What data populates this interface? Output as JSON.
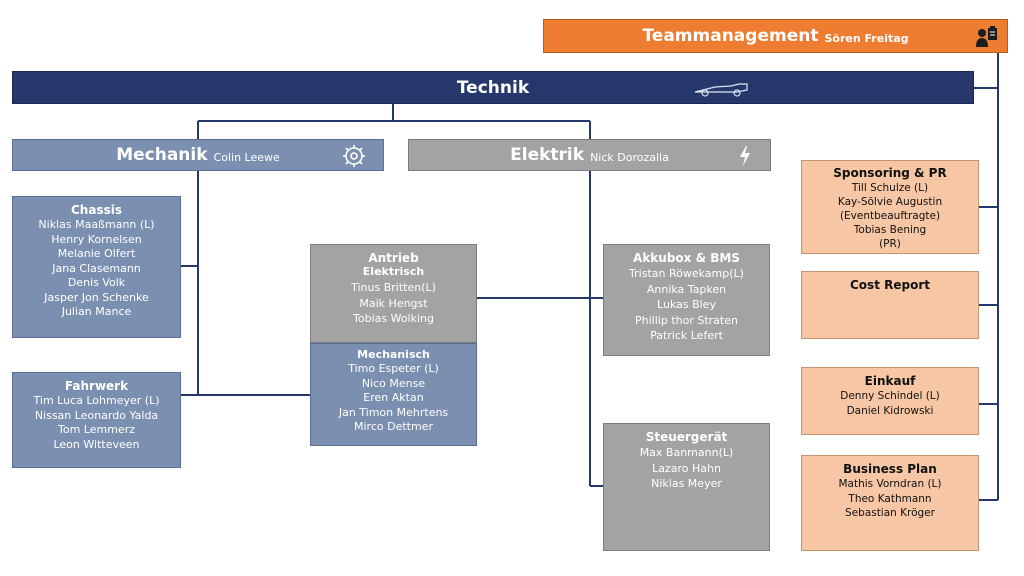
{
  "teamlead": {
    "title": "Teammanagement",
    "name": "Sören Freitag",
    "icon": "team-clipboard-icon"
  },
  "technik": {
    "title": "Technik",
    "icon": "race-car-icon"
  },
  "mechanik": {
    "title": "Mechanik",
    "name": "Colin Leewe",
    "icon": "gear-icon"
  },
  "elektrik": {
    "title": "Elektrik",
    "name": "Nick Dorozalla",
    "icon": "lightning-icon"
  },
  "chassis": {
    "title": "Chassis",
    "members": [
      "Niklas Maaßmann (L)",
      "Henry Kornelsen",
      "Melanie Olfert",
      "Jana Clasemann",
      "Denis Volk",
      "Jasper Jon Schenke",
      "Julian Mance"
    ]
  },
  "fahrwerk": {
    "title": "Fahrwerk",
    "members": [
      "Tim Luca Lohmeyer (L)",
      "Nissan Leonardo Yalda",
      "Tom Lemmerz",
      "Leon Witteveen"
    ]
  },
  "antrieb": {
    "title": "Antrieb",
    "elektrisch": {
      "title": "Elektrisch",
      "members": [
        "Tinus Britten(L)",
        "Maik Hengst",
        "Tobias Wolking"
      ]
    },
    "mechanisch": {
      "title": "Mechanisch",
      "members": [
        "Timo Espeter (L)",
        "Nico Mense",
        "Eren Aktan",
        "Jan Timon Mehrtens",
        "Mirco Dettmer"
      ]
    }
  },
  "akkubox": {
    "title": "Akkubox & BMS",
    "members": [
      "Tristan Röwekamp(L)",
      "Annika Tapken",
      "Lukas Bley",
      "Phillip thor Straten",
      "Patrick Lefert"
    ]
  },
  "steuergeraet": {
    "title": "Steuergerät",
    "members": [
      "Max Banmann(L)",
      "Lazaro Hahn",
      "Niklas Meyer"
    ]
  },
  "sponsoring": {
    "title": "Sponsoring & PR",
    "members": [
      "Till Schulze (L)",
      "Kay-Sölvie Augustin",
      "(Eventbeauftragte)",
      "Tobias Bening",
      "(PR)"
    ]
  },
  "cost_report": {
    "title": "Cost Report",
    "members": []
  },
  "einkauf": {
    "title": "Einkauf",
    "members": [
      "Denny Schindel (L)",
      "Daniel Kidrowski"
    ]
  },
  "business_plan": {
    "title": "Business Plan",
    "members": [
      "Mathis Vorndran (L)",
      "Theo Kathmann",
      "Sebastian Kröger"
    ]
  },
  "colors": {
    "navy": "#25376b",
    "orange": "#ee7d31",
    "blue": "#7b8fb0",
    "gray": "#a3a3a3",
    "peach": "#f7c6a4"
  }
}
